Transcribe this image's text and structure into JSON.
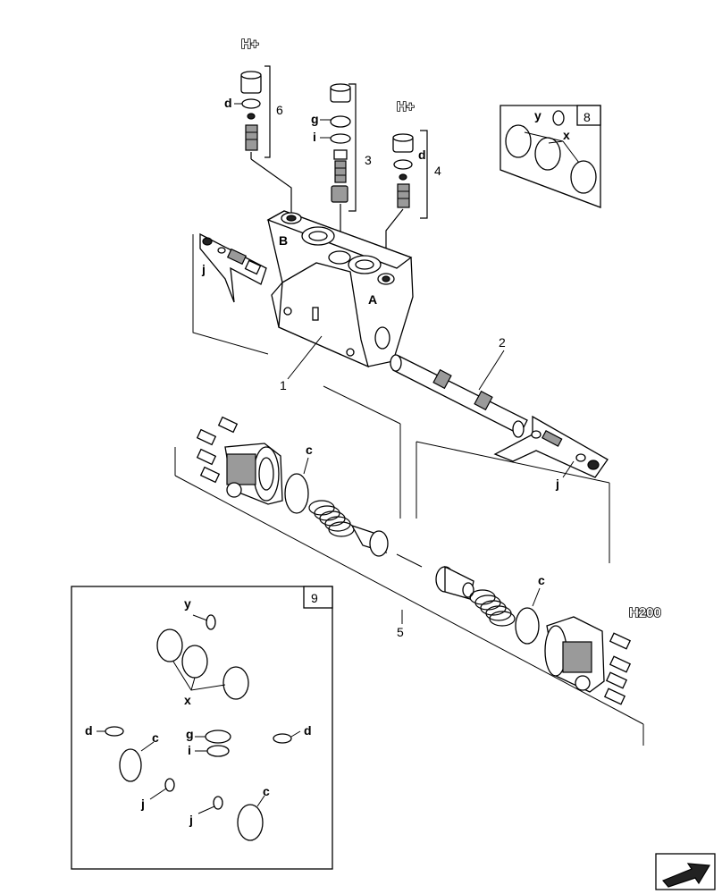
{
  "headers": {
    "h_plus_left": "H+",
    "h_plus_right": "H+",
    "h200": "H200"
  },
  "callouts": {
    "n1": "1",
    "n2": "2",
    "n3": "3",
    "n4": "4",
    "n5": "5",
    "n6": "6"
  },
  "kit8": {
    "number": "8",
    "y": "y",
    "x": "x"
  },
  "kit9": {
    "number": "9",
    "y": "y",
    "x": "x",
    "d_left": "d",
    "d_right": "d",
    "c_left": "c",
    "c_right": "c",
    "g": "g",
    "i": "i",
    "j_left": "j",
    "j_right": "j"
  },
  "letters": {
    "d_top": "d",
    "d_right": "d",
    "g": "g",
    "i": "i",
    "j_left": "j",
    "j_right": "j",
    "c_top": "c",
    "c_right": "c",
    "port_a": "A",
    "port_b": "B"
  },
  "icons": {
    "nav_arrow": "back-arrow-icon"
  }
}
